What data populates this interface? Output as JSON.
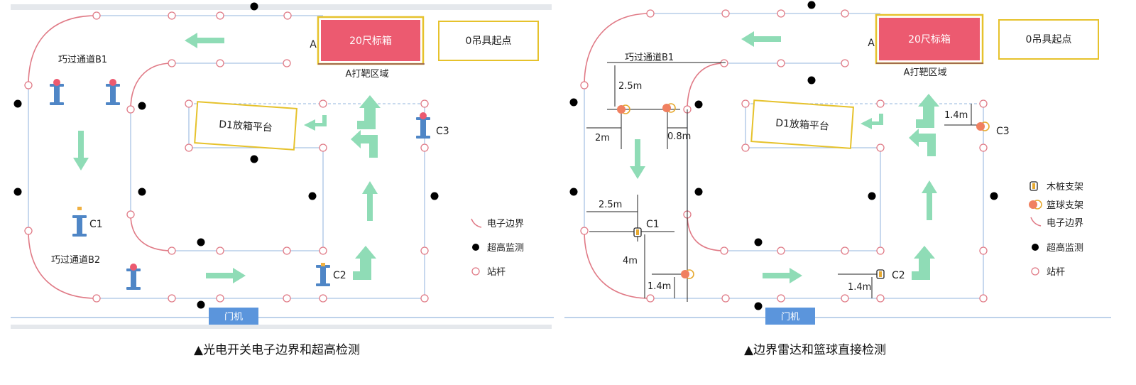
{
  "panel_left": {
    "caption": "▲光电开关电子边界和超高检测",
    "container_label": "20尺标箱",
    "origin_label": "0吊具起点",
    "target_area_label": "A打靶区域",
    "a_marker": "A",
    "channel_b1": "巧过通道B1",
    "channel_b2": "巧过通道B2",
    "platform_label": "D1放箱平台",
    "c1": "C1",
    "c2": "C2",
    "c3": "C3",
    "gate_label": "门机",
    "legend": [
      {
        "icon": "electronic-boundary-icon",
        "label": "电子边界"
      },
      {
        "icon": "height-monitor-icon",
        "label": "超高监测"
      },
      {
        "icon": "station-pole-icon",
        "label": "站杆"
      }
    ]
  },
  "panel_right": {
    "caption": "▲边界雷达和篮球直接检测",
    "container_label": "20尺标箱",
    "origin_label": "0吊具起点",
    "target_area_label": "A打靶区域",
    "a_marker": "A",
    "channel_b1": "巧过通道B1",
    "platform_label": "D1放箱平台",
    "c1": "C1",
    "c2": "C2",
    "c3": "C3",
    "gate_label": "门机",
    "dims": {
      "d_2_5_top": "2.5m",
      "d_2m": "2m",
      "d_0_8m": "0.8m",
      "d_1_4_c3": "1.4m",
      "d_2_5_mid": "2.5m",
      "d_4m": "4m",
      "d_1_4_bl": "1.4m",
      "d_1_4_c2": "1.4m"
    },
    "legend": [
      {
        "icon": "wood-stake-icon",
        "label": "木桩支架"
      },
      {
        "icon": "basketball-stand-icon",
        "label": "篮球支架"
      },
      {
        "icon": "electronic-boundary-icon",
        "label": "电子边界"
      },
      {
        "icon": "height-monitor-icon",
        "label": "超高监测"
      },
      {
        "icon": "station-pole-icon",
        "label": "站杆"
      }
    ]
  },
  "colors": {
    "boundary_pink": "#e07a86",
    "track_blue": "#a9c3e4",
    "arrow_green": "#8fdcb6",
    "container_red": "#ec5a70",
    "frame_yellow": "#e6c22c",
    "sensor_blue": "#4f86c6",
    "ball_orange": "#f08060",
    "gate_blue": "#5b95dc"
  }
}
